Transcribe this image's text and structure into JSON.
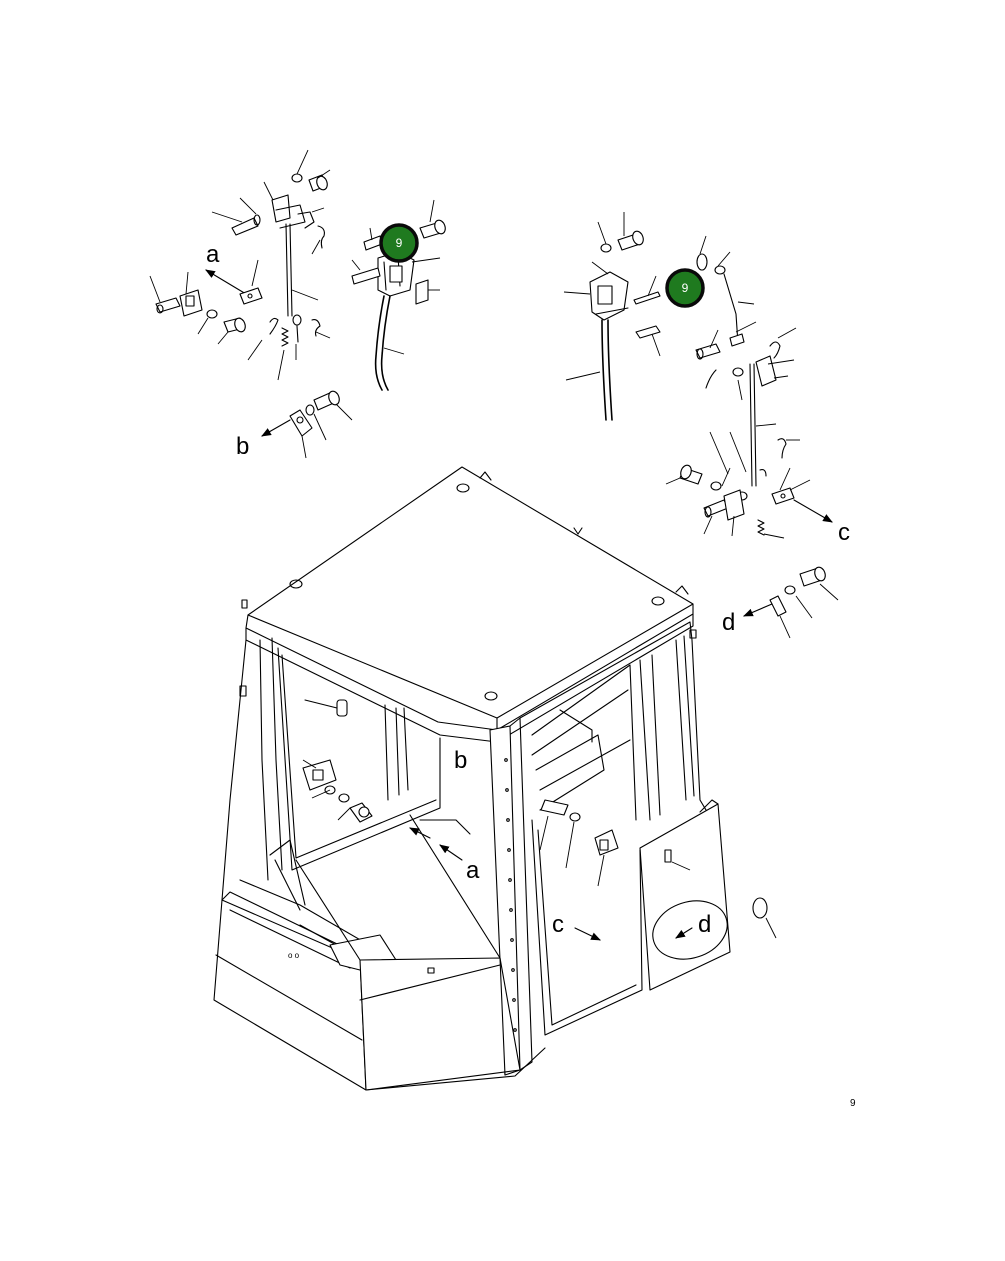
{
  "callouts": [
    {
      "number": "9",
      "color": "#1f7a1f"
    },
    {
      "number": "9",
      "color": "#1f7a1f"
    }
  ],
  "view_labels": {
    "a_top": "a",
    "b_top": "b",
    "c_right": "c",
    "d_right": "d",
    "b_cab": "b",
    "a_cab": "a",
    "c_cab": "c",
    "d_cab": "d"
  },
  "page_number": "9",
  "colors": {
    "line": "#000000",
    "background": "#ffffff",
    "callout": "#1f7a1f"
  }
}
